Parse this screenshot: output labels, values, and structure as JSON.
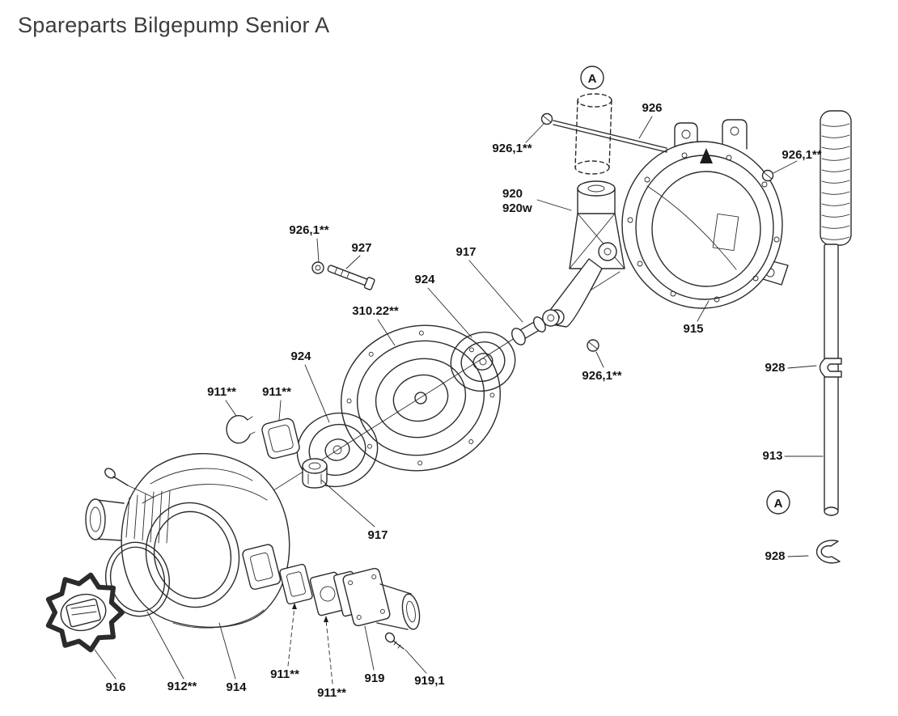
{
  "title": "Spareparts Bilgepump Senior A",
  "detail_marker": "A",
  "labels": {
    "rod_926": "926",
    "screw_926_1_top": "926,1**",
    "bracket_920": "920",
    "bracket_920w": "920w",
    "screw_926_1_right": "926,1**",
    "ring_915": "915",
    "screw_926_1_left": "926,1**",
    "bolt_927": "927",
    "piston_917": "917",
    "washer_924_upper": "924",
    "diaphragm_310_22": "310.22**",
    "screw_926_1_mid": "926,1**",
    "washer_924_lower": "924",
    "clip_911_a": "911**",
    "gasket_911_b": "911**",
    "clip_928_upper": "928",
    "tube_913": "913",
    "clip_928_lower": "928",
    "nut_917": "917",
    "knob_916": "916",
    "oring_912": "912**",
    "housing_914": "914",
    "valve_911_c": "911**",
    "valve_911_d": "911**",
    "port_919": "919",
    "screw_919_1": "919,1"
  }
}
